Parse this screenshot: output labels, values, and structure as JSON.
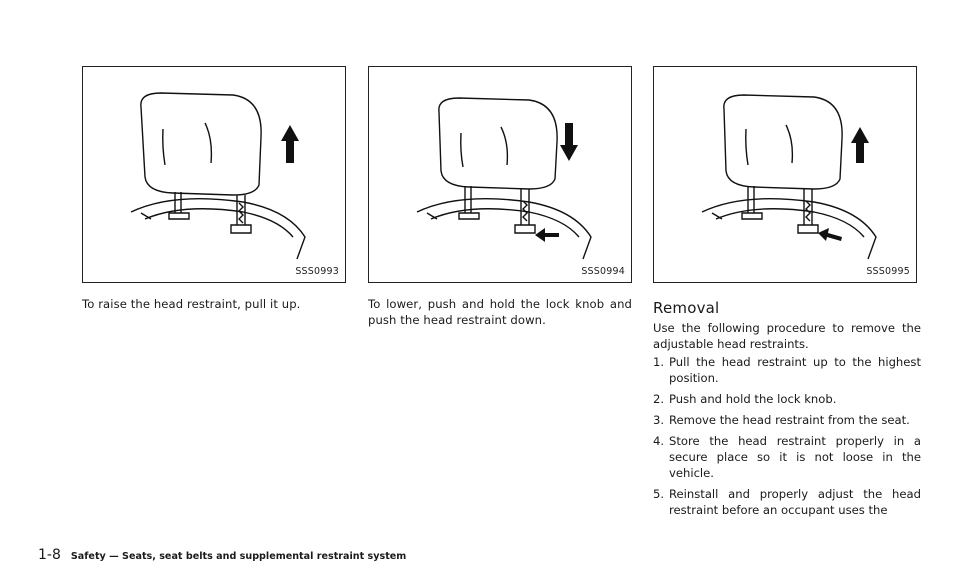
{
  "figures": [
    {
      "code": "SSS0993",
      "caption": "To raise the head restraint, pull it up.",
      "arrow": "up",
      "lock_arrow": false
    },
    {
      "code": "SSS0994",
      "caption": "To lower, push and hold the lock knob and push the head restraint down.",
      "arrow": "down",
      "lock_arrow": true
    },
    {
      "code": "SSS0995",
      "caption": "",
      "arrow": "up",
      "lock_arrow": true
    }
  ],
  "removal": {
    "heading": "Removal",
    "intro": "Use the following procedure to remove the adjustable head restraints.",
    "steps": [
      {
        "num": "1.",
        "text": "Pull the head restraint up to the highest position."
      },
      {
        "num": "2.",
        "text": "Push and hold the lock knob."
      },
      {
        "num": "3.",
        "text": "Remove the head restraint from the seat."
      },
      {
        "num": "4.",
        "text": "Store the head restraint properly in a secure place so it is not loose in the vehicle."
      },
      {
        "num": "5.",
        "text": "Reinstall and properly adjust the head restraint before an occupant uses the"
      }
    ]
  },
  "footer": {
    "page_number": "1-8",
    "section": "Safety — Seats, seat belts and supplemental restraint system"
  }
}
